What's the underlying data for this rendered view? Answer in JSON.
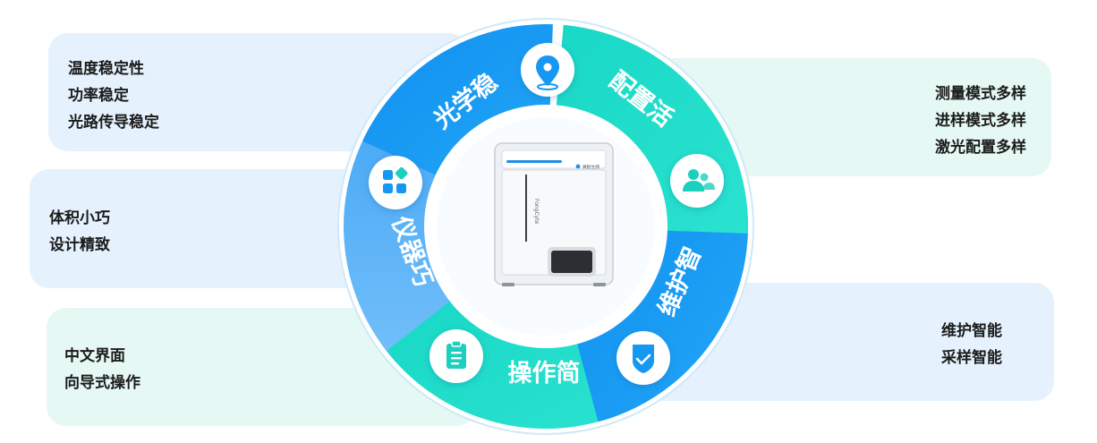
{
  "cards": {
    "optical": [
      "温度稳定性",
      "功率稳定",
      "光路传导稳定"
    ],
    "compact": [
      "体积小巧",
      "设计精致"
    ],
    "operation": [
      "中文界面",
      "向导式操作"
    ],
    "config": [
      "测量模式多样",
      "进样模式多样",
      "激光配置多样"
    ],
    "maintain": [
      "维护智能",
      "采样智能"
    ]
  },
  "ring": {
    "optical": "光学稳",
    "config": "配置活",
    "maintain": "维护智",
    "operation": "操作简",
    "compact": "仪器巧"
  },
  "device": {
    "brand": "FongCyte",
    "logo_text": "赛欧生物"
  },
  "icons": {
    "optical": "location-pin-icon",
    "config": "users-icon",
    "maintain": "shield-check-icon",
    "operation": "clipboard-icon",
    "compact": "apps-grid-icon"
  },
  "colors": {
    "blue": "#1497f2",
    "teal": "#1fd6c6",
    "light_blue": "#63b6f9",
    "card_blue_bg": "#e5f2fd",
    "card_mint_bg": "#e5f8f3"
  }
}
